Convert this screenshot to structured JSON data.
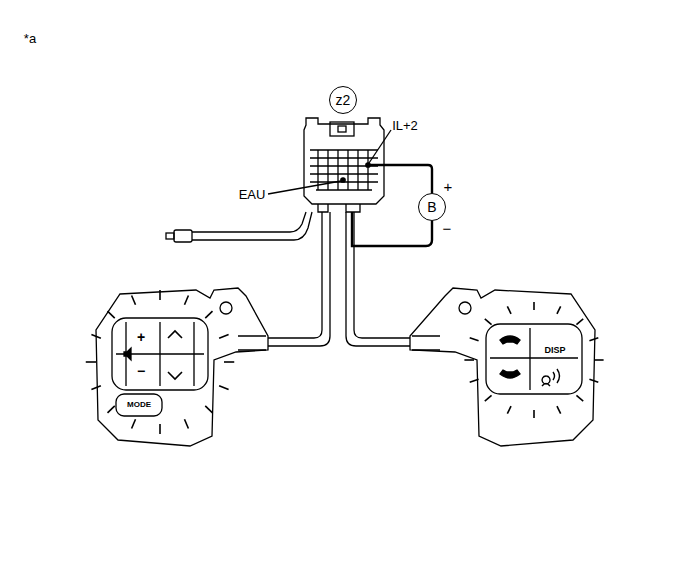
{
  "diagram": {
    "nodes": [
      {
        "text": [
          "z2"
        ]
      },
      {
        "text": [
          "B"
        ]
      }
    ],
    "labels": [
      "*a",
      "IL+2",
      "EAU",
      "+",
      "−",
      "+",
      "−",
      "MODE",
      "DISP"
    ]
  }
}
